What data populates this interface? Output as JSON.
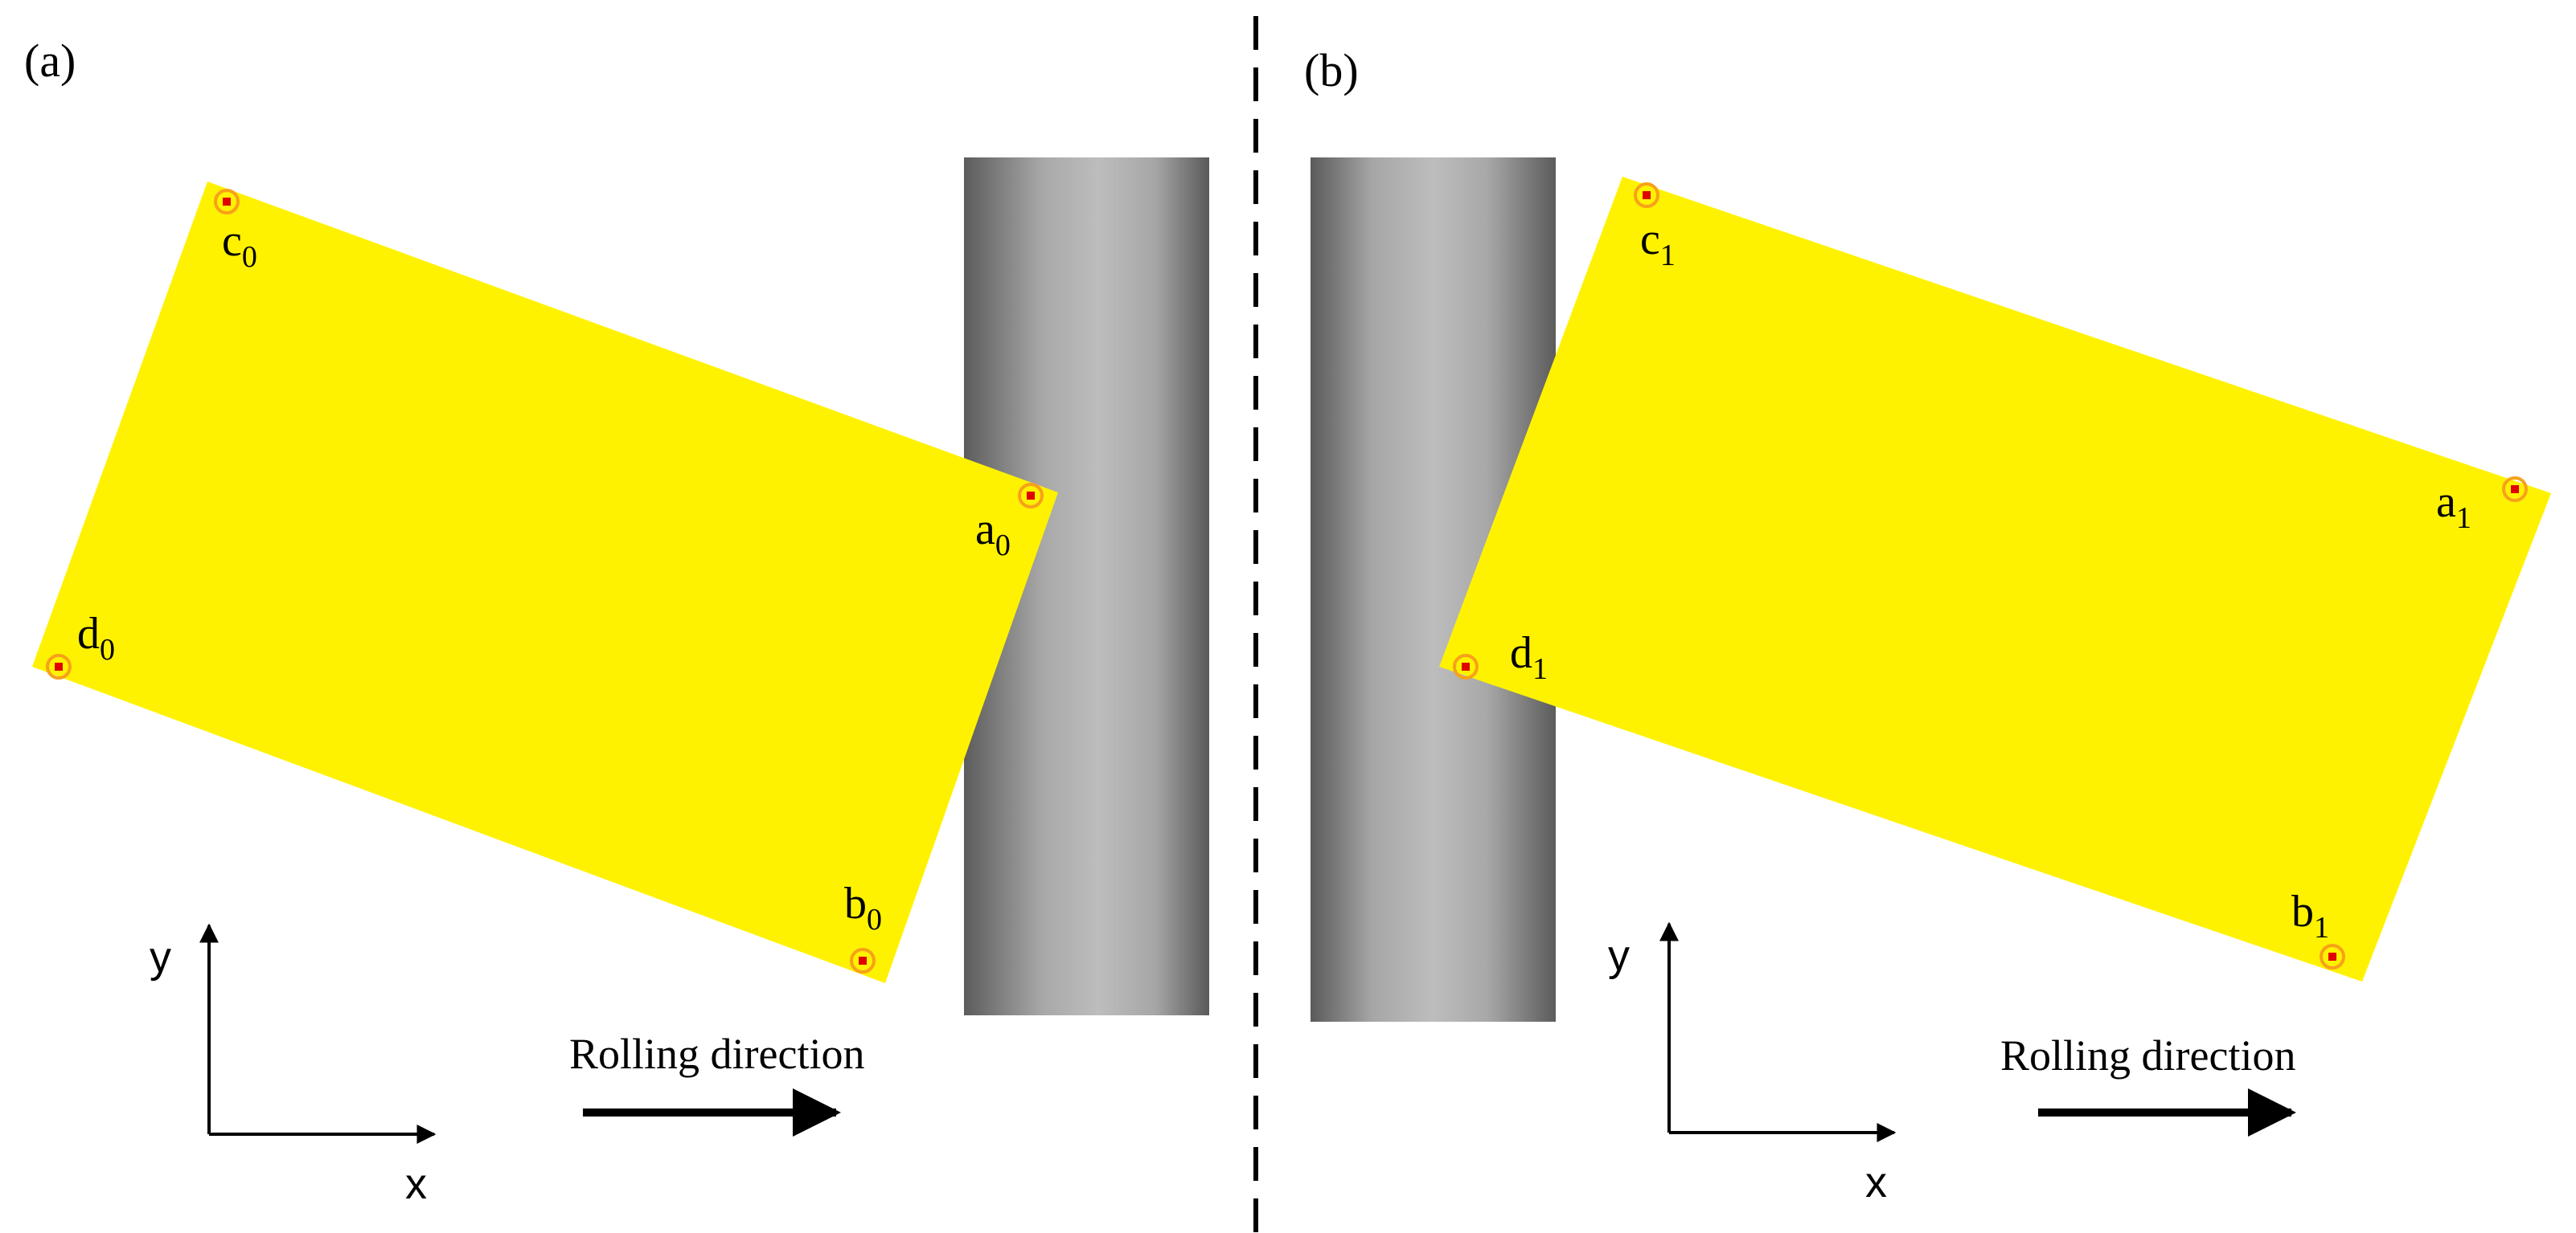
{
  "panels": {
    "a": {
      "label": "(a)",
      "points": {
        "a": {
          "letter": "a",
          "sub": "0"
        },
        "b": {
          "letter": "b",
          "sub": "0"
        },
        "c": {
          "letter": "c",
          "sub": "0"
        },
        "d": {
          "letter": "d",
          "sub": "0"
        }
      },
      "axes": {
        "x": "x",
        "y": "y"
      },
      "direction_label": "Rolling direction"
    },
    "b": {
      "label": "(b)",
      "points": {
        "a": {
          "letter": "a",
          "sub": "1"
        },
        "b": {
          "letter": "b",
          "sub": "1"
        },
        "c": {
          "letter": "c",
          "sub": "1"
        },
        "d": {
          "letter": "d",
          "sub": "1"
        }
      },
      "axes": {
        "x": "x",
        "y": "y"
      },
      "direction_label": "Rolling direction"
    }
  },
  "colors": {
    "plate": "#fff200",
    "marker_ring": "#f7a11a",
    "marker_dot": "#e00000",
    "roll_dark": "#5a5a5a",
    "roll_light": "#bdbdbd",
    "ink": "#000000"
  }
}
